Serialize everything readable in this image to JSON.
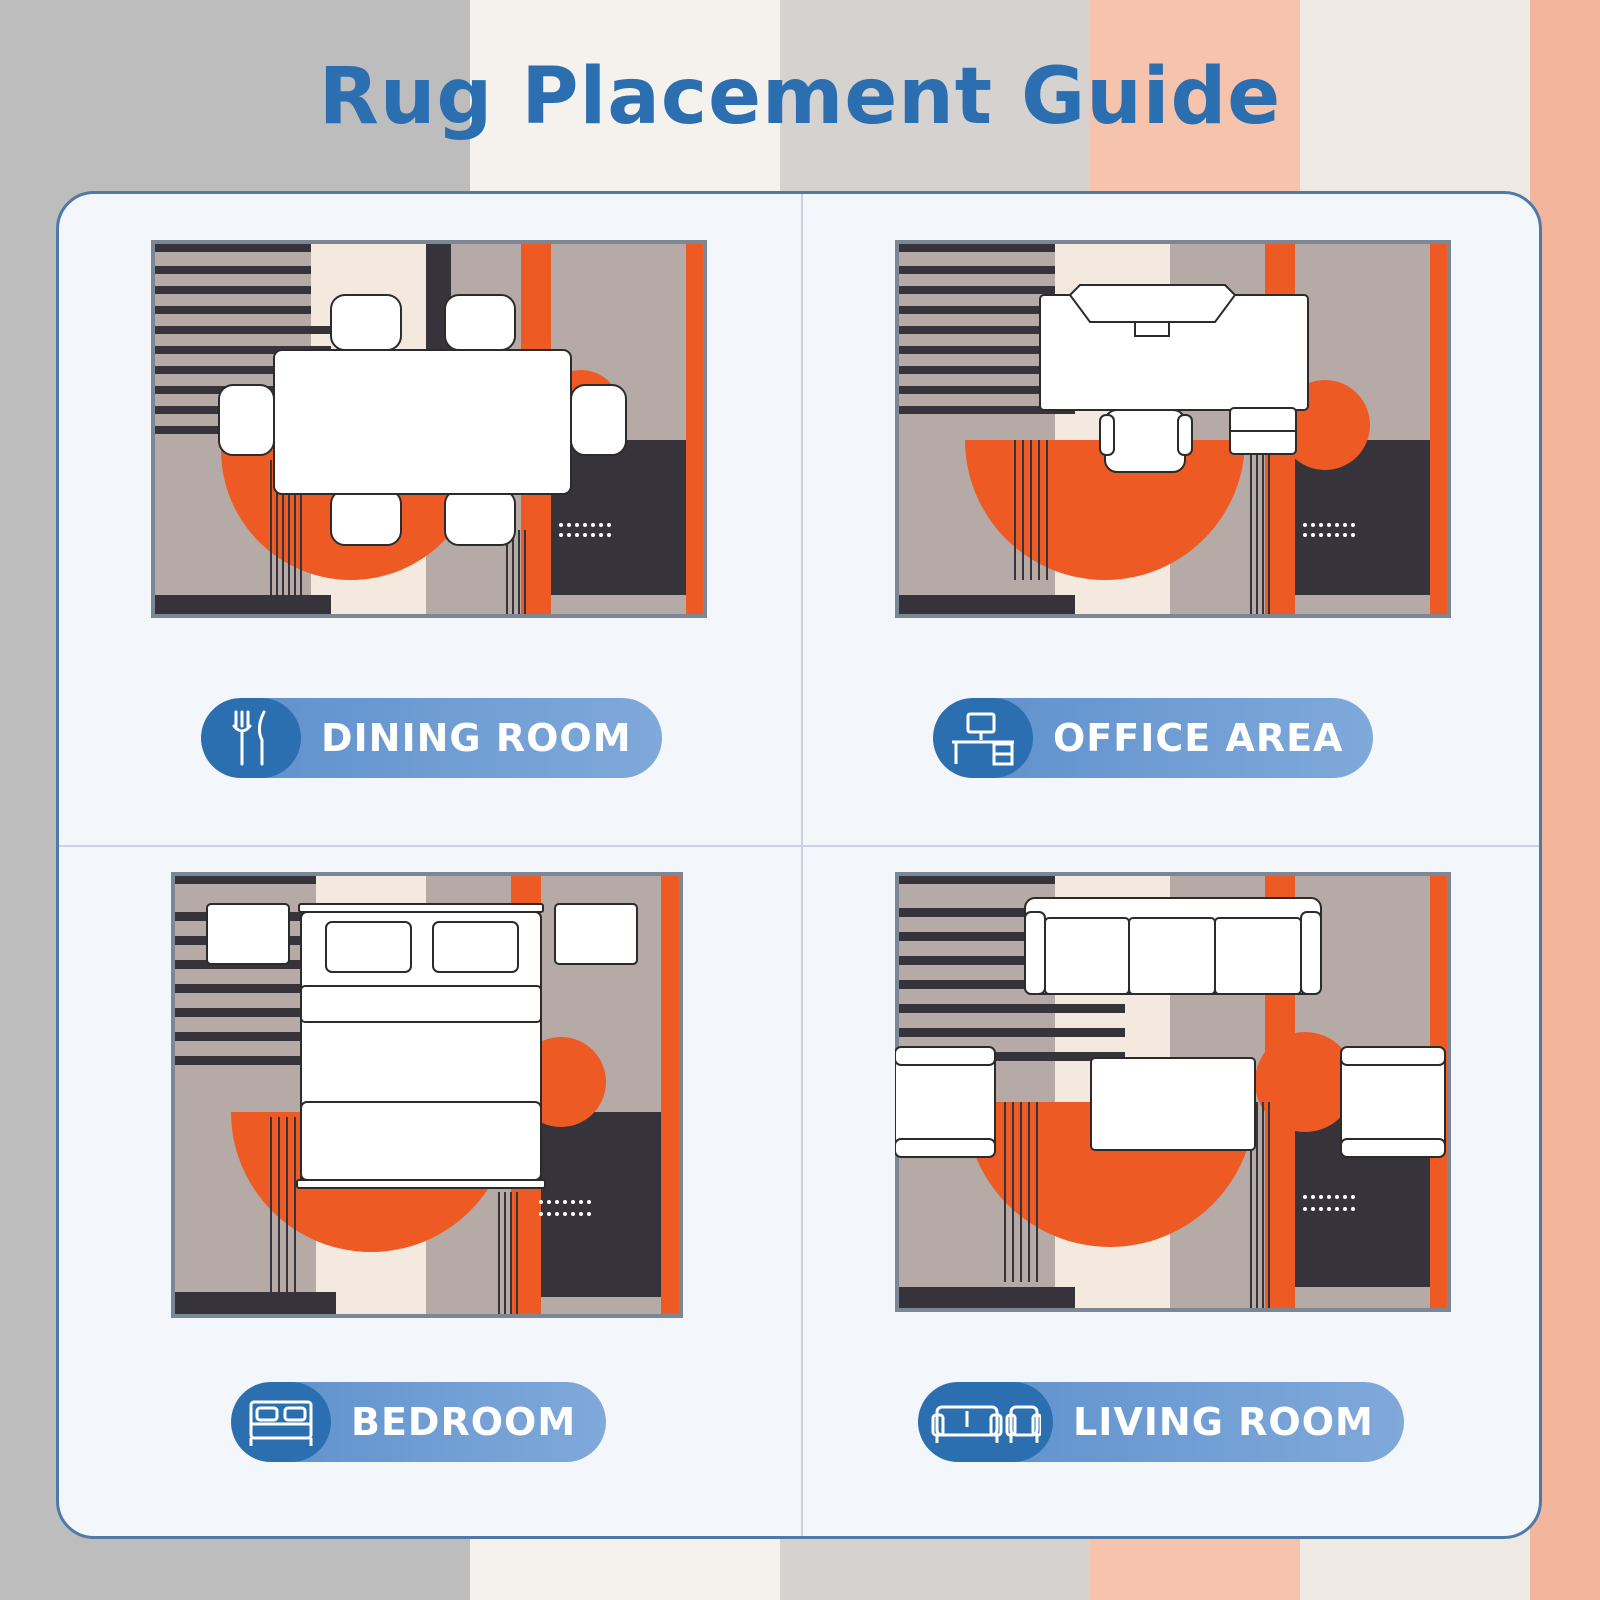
{
  "page": {
    "title": "Rug Placement Guide"
  },
  "colors": {
    "title": "#2c6fb0",
    "board_border": "#4f79a8",
    "pill_dark": "#2c6fb0",
    "pill_light": "#80a9da",
    "rug_orange": "#ee5a24",
    "rug_taupe": "#b5aaa6",
    "rug_cream": "#f3e9df",
    "rug_charcoal": "#37333a",
    "rug_border": "#7c8796"
  },
  "rooms": [
    {
      "label": "DINING ROOM",
      "icon": "fork-knife-icon"
    },
    {
      "label": "OFFICE AREA",
      "icon": "desk-computer-icon"
    },
    {
      "label": "BEDROOM",
      "icon": "bed-icon"
    },
    {
      "label": "LIVING ROOM",
      "icon": "sofa-armchair-icon"
    }
  ]
}
